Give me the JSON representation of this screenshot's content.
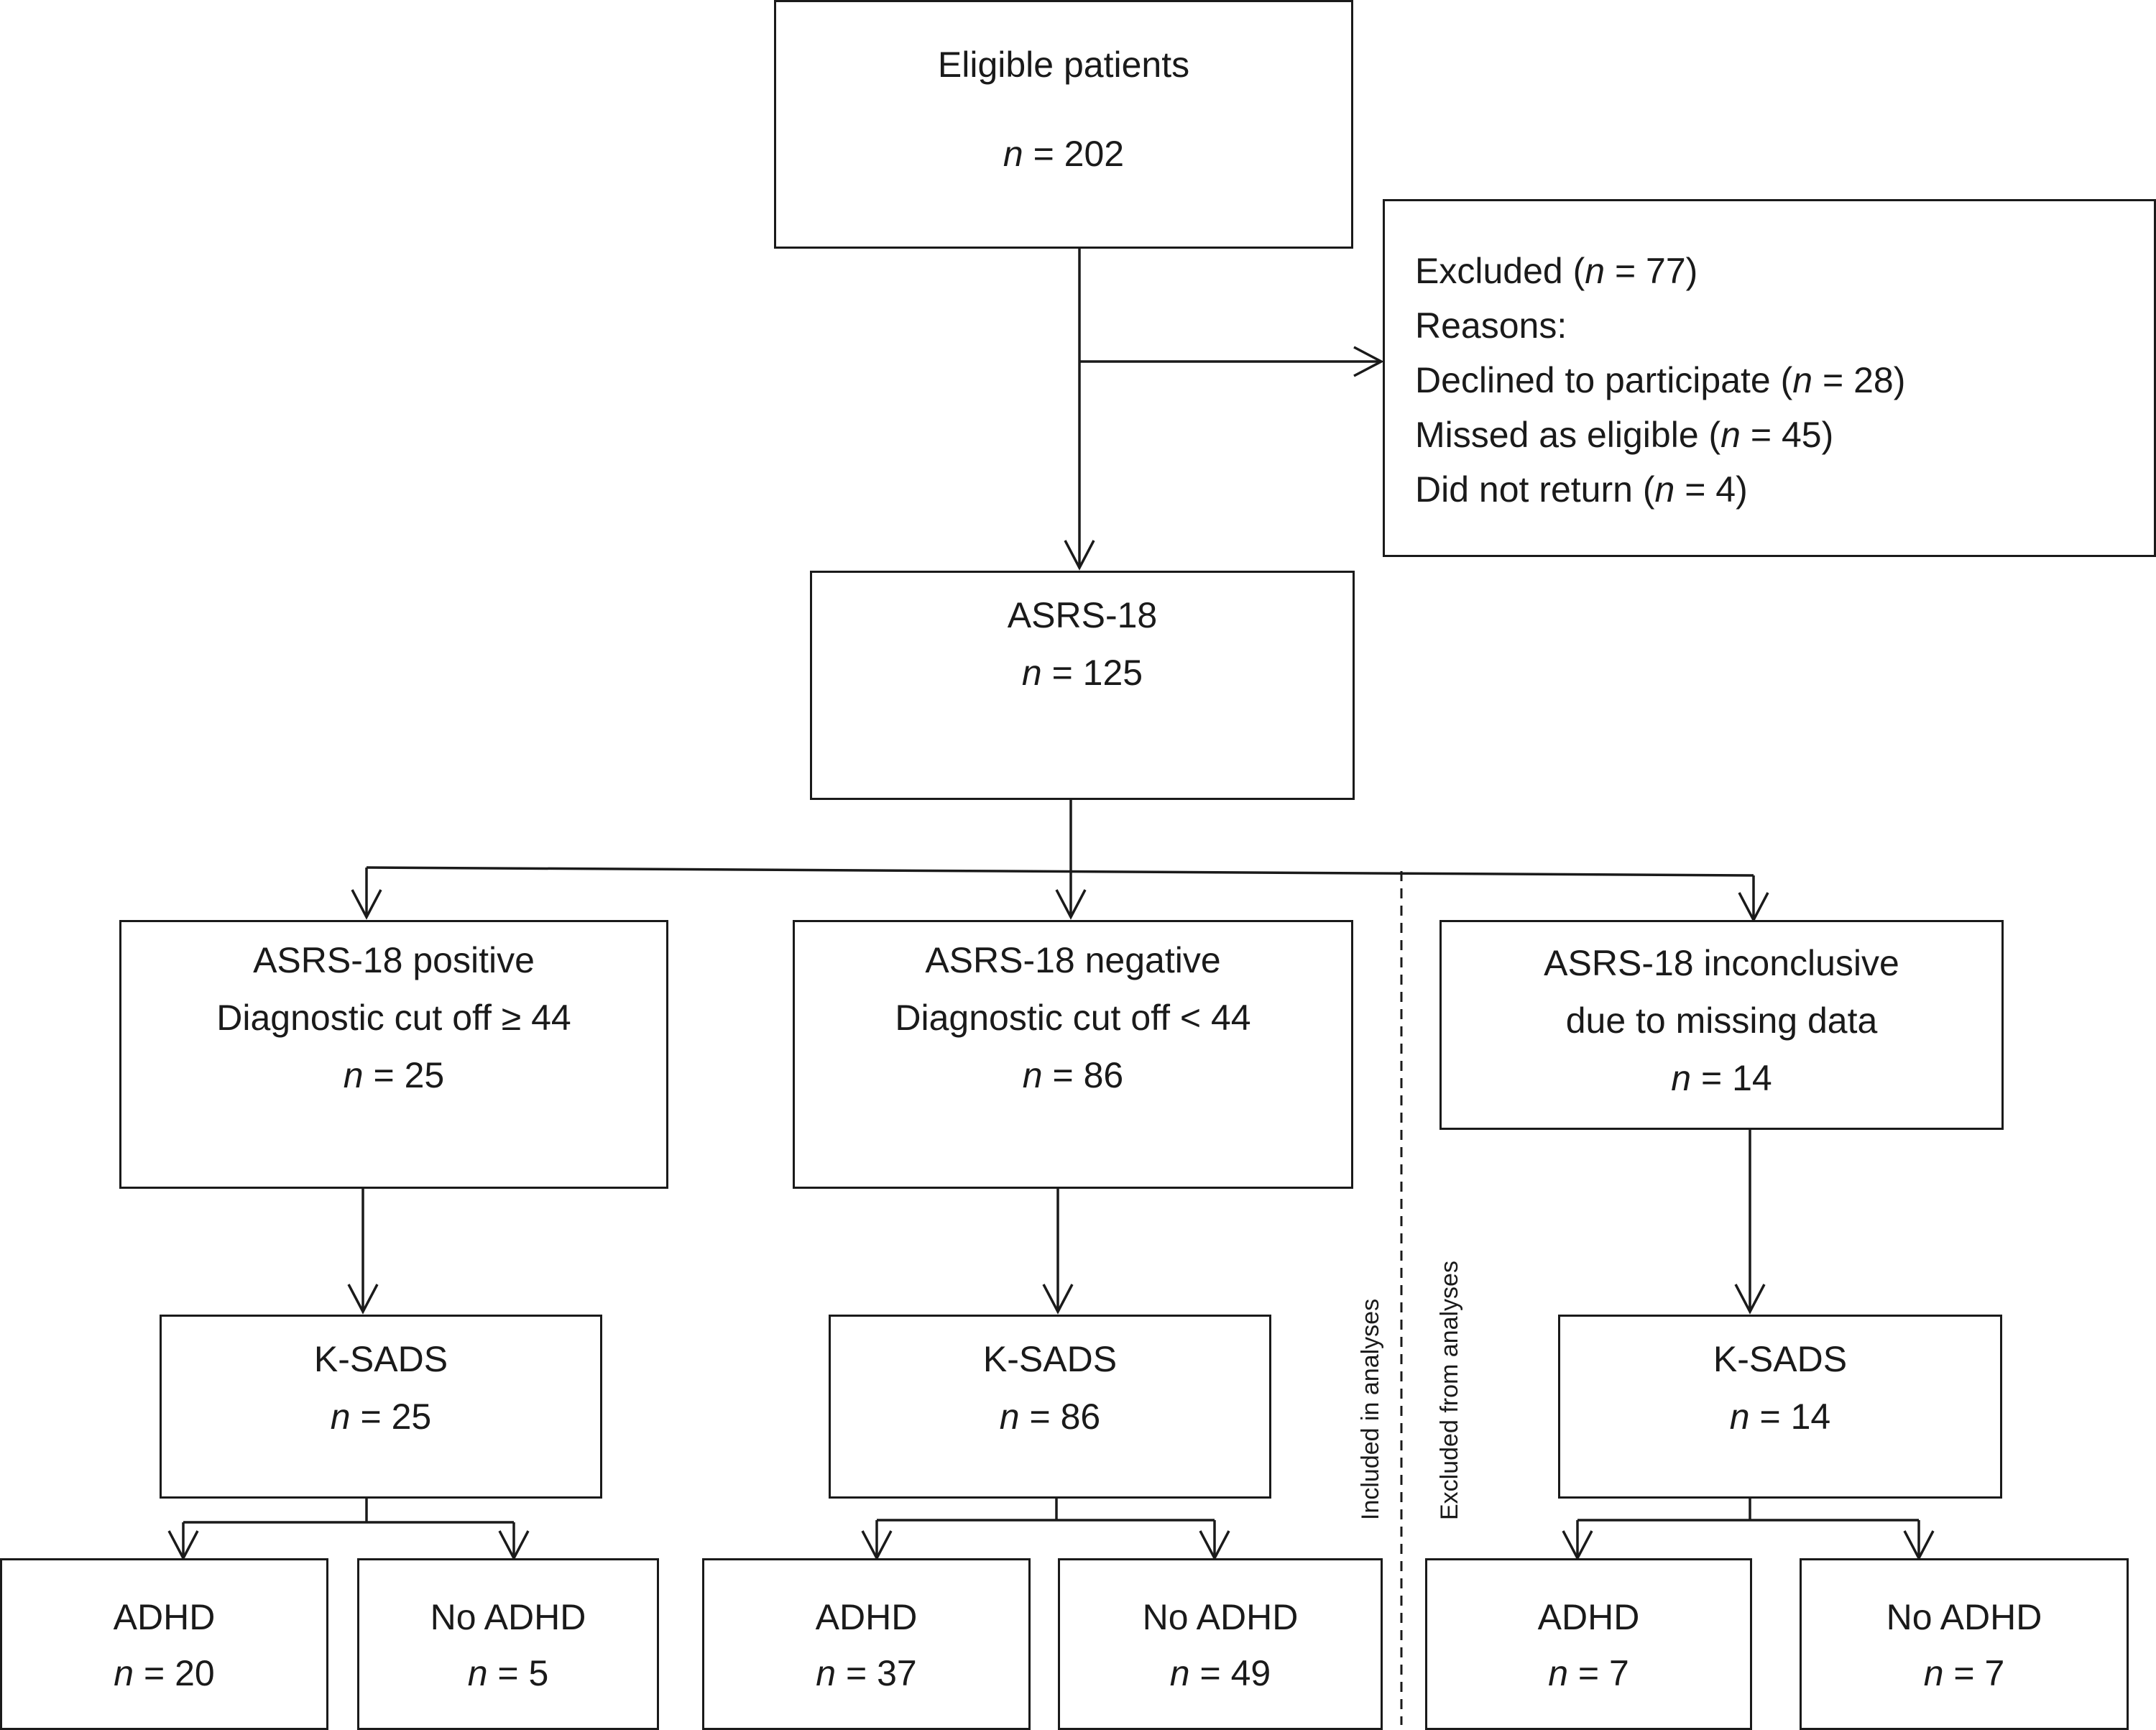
{
  "eligible": {
    "title": "Eligible patients",
    "n_label": "n",
    "n_value": " = 202"
  },
  "excluded": {
    "title_pre": "Excluded (",
    "title_n": "n",
    "title_post": " = 77)",
    "reasons_label": "Reasons:",
    "reasons": [
      {
        "pre": "Declined to participate (",
        "n": "n",
        "post": " = 28)"
      },
      {
        "pre": "Missed as eligible (",
        "n": "n",
        "post": " = 45)"
      },
      {
        "pre": "Did not return (",
        "n": "n",
        "post": " = 4)"
      }
    ]
  },
  "asrs": {
    "title": "ASRS-18",
    "n_label": "n",
    "n_value": " = 125"
  },
  "positive": {
    "line1": "ASRS-18 positive",
    "line2": "Diagnostic cut off ≥ 44",
    "n_label": "n",
    "n_value": " = 25"
  },
  "negative": {
    "line1": "ASRS-18 negative",
    "line2": "Diagnostic cut off < 44",
    "n_label": "n",
    "n_value": " = 86"
  },
  "inconclusive": {
    "line1": "ASRS-18 inconclusive",
    "line2": "due to missing data",
    "n_label": "n",
    "n_value": " = 14"
  },
  "ksads_pos": {
    "title": "K-SADS",
    "n_label": "n",
    "n_value": " = 25"
  },
  "ksads_neg": {
    "title": "K-SADS",
    "n_label": "n",
    "n_value": " = 86"
  },
  "ksads_inc": {
    "title": "K-SADS",
    "n_label": "n",
    "n_value": " = 14"
  },
  "outcomes": [
    {
      "title": "ADHD",
      "n_label": "n",
      "n_value": " = 20"
    },
    {
      "title": "No ADHD",
      "n_label": "n",
      "n_value": " = 5"
    },
    {
      "title": "ADHD",
      "n_label": "n",
      "n_value": " = 37"
    },
    {
      "title": "No ADHD",
      "n_label": "n",
      "n_value": " = 49"
    },
    {
      "title": "ADHD",
      "n_label": "n",
      "n_value": " = 7"
    },
    {
      "title": "No ADHD",
      "n_label": "n",
      "n_value": " = 7"
    }
  ],
  "side_labels": {
    "included": "Included in analyses",
    "excluded": "Excluded from analyses"
  }
}
